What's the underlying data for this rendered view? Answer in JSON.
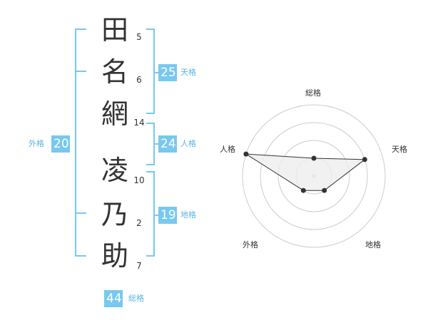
{
  "name": {
    "characters": [
      {
        "char": "田",
        "strokes": "5"
      },
      {
        "char": "名",
        "strokes": "6"
      },
      {
        "char": "網",
        "strokes": "14"
      },
      {
        "char": "凌",
        "strokes": "10"
      },
      {
        "char": "乃",
        "strokes": "2"
      },
      {
        "char": "助",
        "strokes": "7"
      }
    ]
  },
  "kakusu": {
    "tenkaku": {
      "value": "25",
      "label": "天格"
    },
    "jinkaku": {
      "value": "24",
      "label": "人格"
    },
    "chikaku": {
      "value": "19",
      "label": "地格"
    },
    "gaikaku": {
      "value": "20",
      "label": "外格"
    },
    "soukaku": {
      "value": "44",
      "label": "総格"
    }
  },
  "colors": {
    "accent": "#78c8f0",
    "text": "#333333",
    "radar_fill": "#eeeeee",
    "radar_grid": "#cccccc"
  },
  "chart_data": {
    "type": "radar",
    "axes": [
      "総格",
      "天格",
      "地格",
      "外格",
      "人格"
    ],
    "rings": 4,
    "values": [
      1,
      3,
      1,
      1,
      4
    ],
    "max": 4
  }
}
